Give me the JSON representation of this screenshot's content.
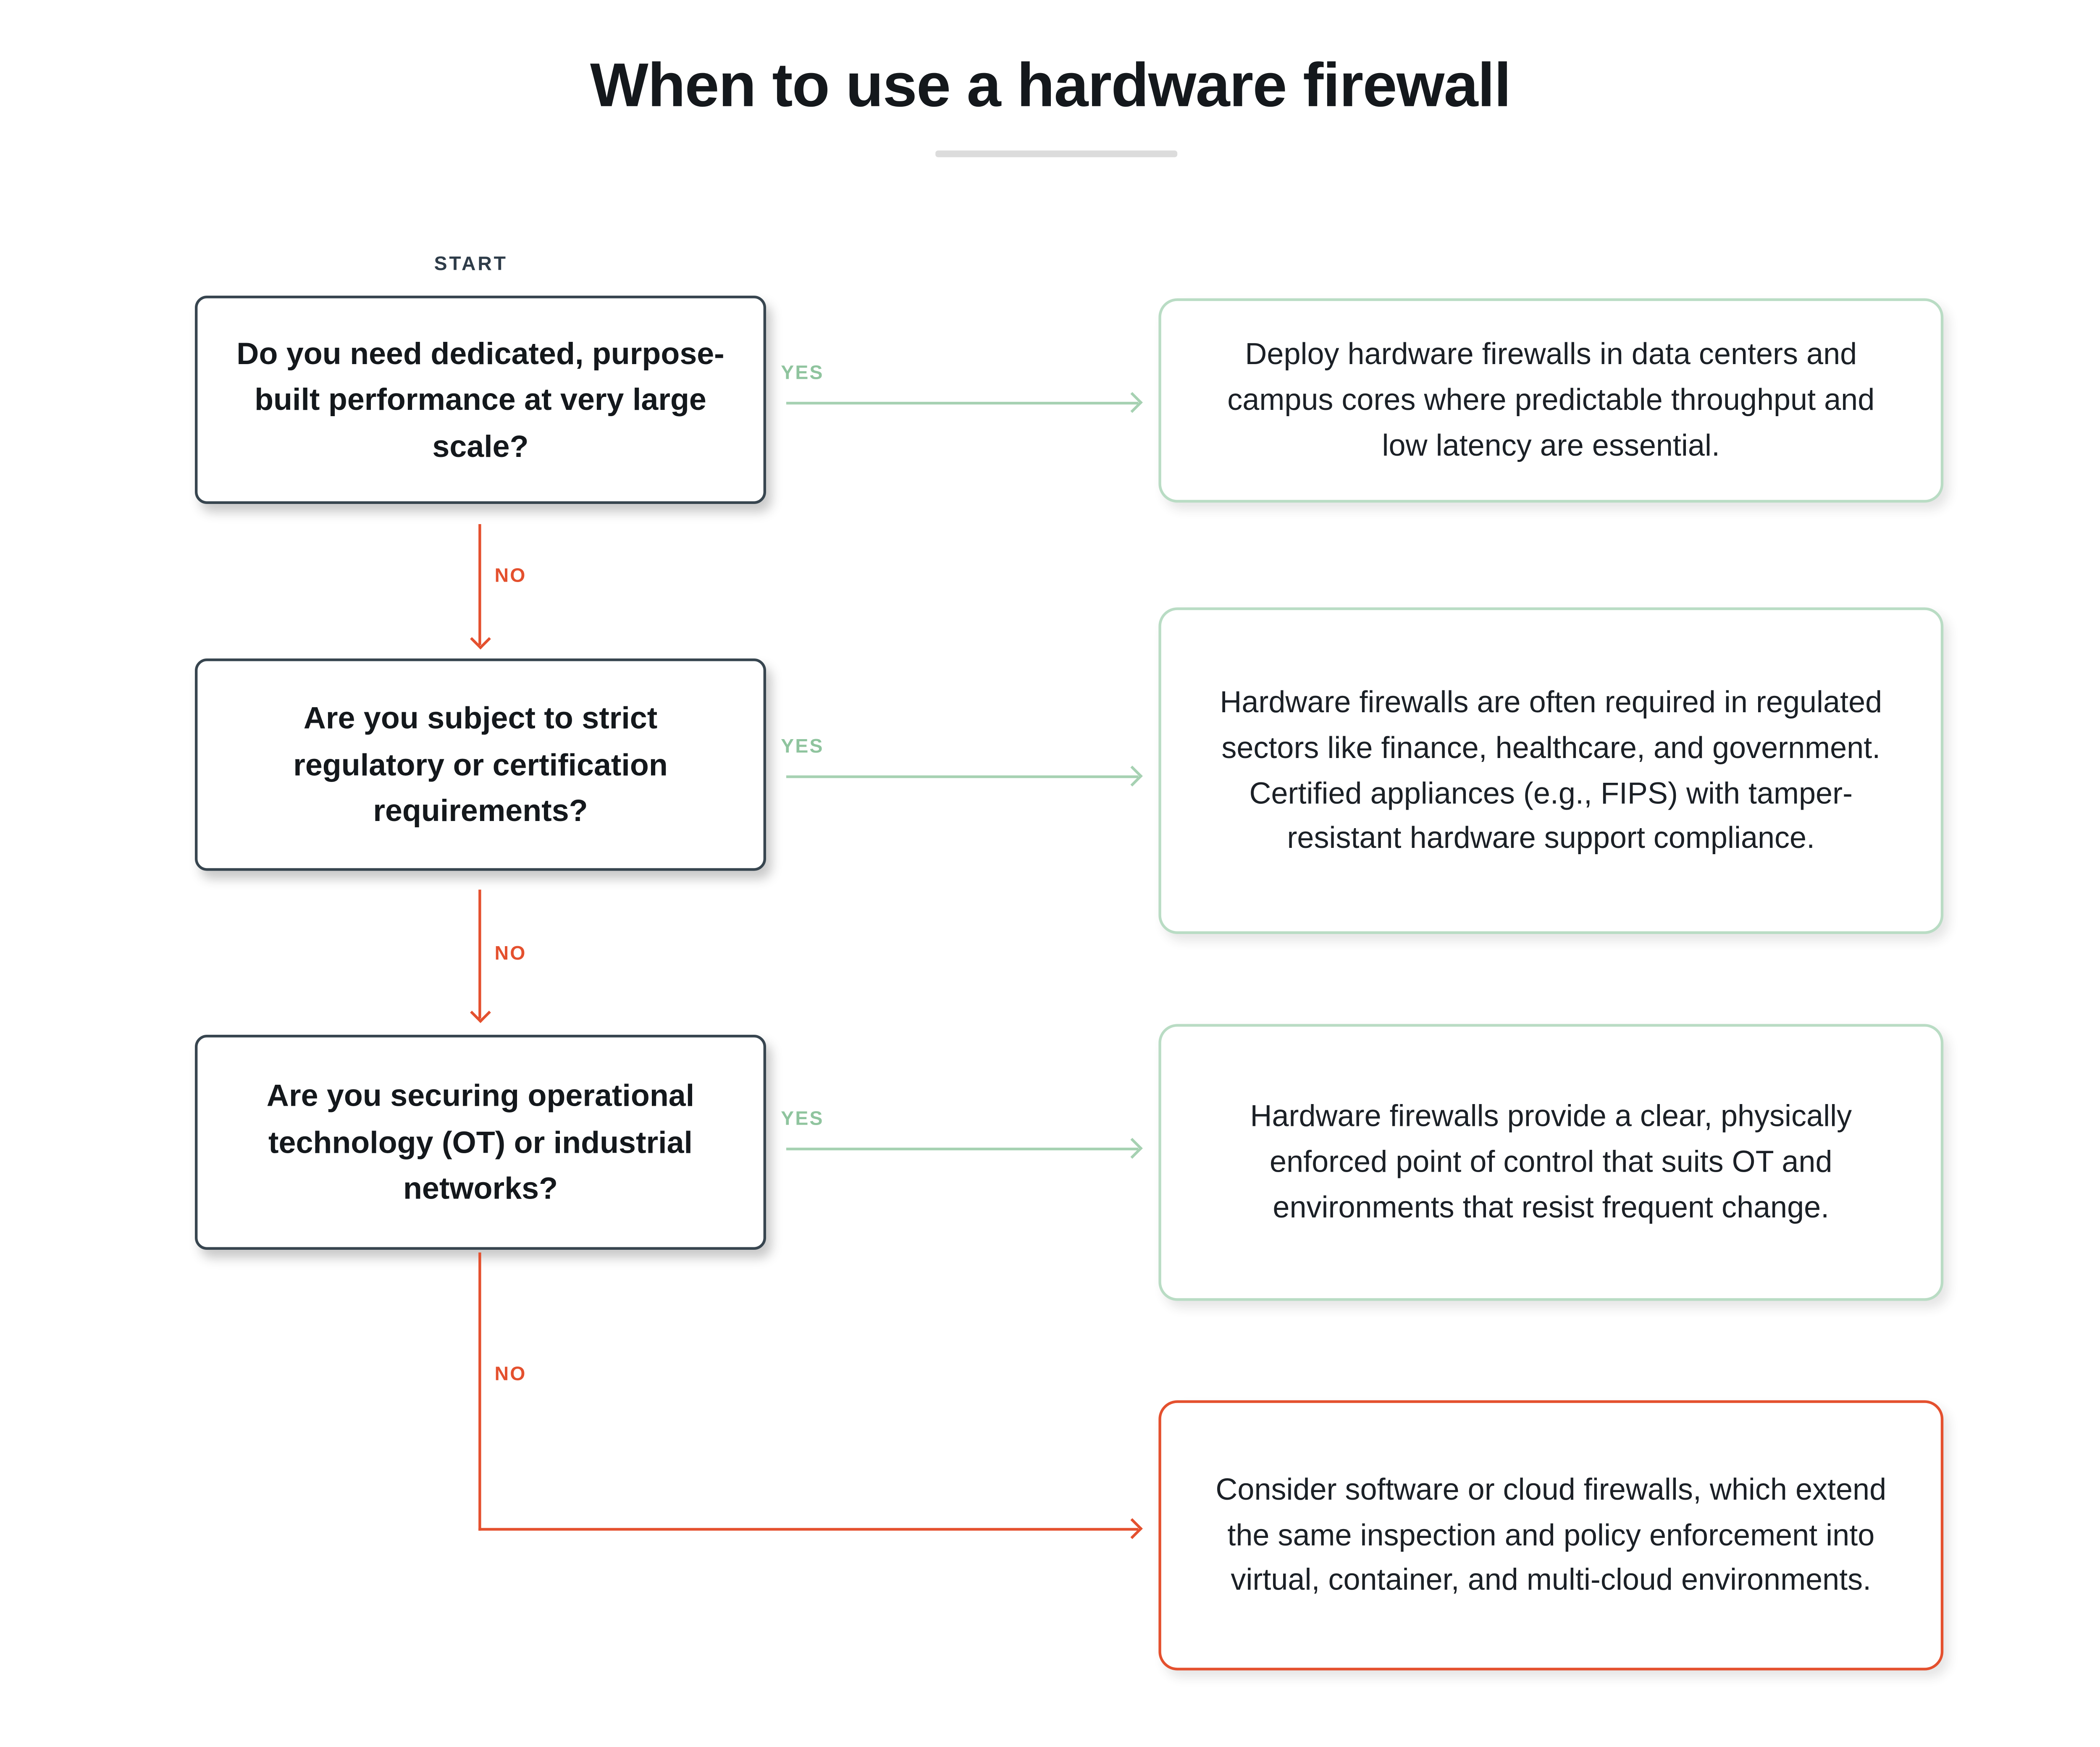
{
  "title": "When to use a hardware firewall",
  "start_label": "START",
  "labels": {
    "yes": "YES",
    "no": "NO"
  },
  "questions": [
    {
      "text": "Do you need dedicated, purpose-built performance at very large scale?"
    },
    {
      "text": "Are you subject to strict regulatory or certification requirements?"
    },
    {
      "text": "Are you securing operational technology (OT) or industrial networks?"
    }
  ],
  "outcomes": [
    {
      "branch": "yes",
      "text": "Deploy hardware firewalls in data centers and campus cores where predictable throughput and low latency are essential."
    },
    {
      "branch": "yes",
      "text": "Hardware firewalls are often required in regulated sectors like finance, healthcare, and government. Certified appliances (e.g., FIPS) with tamper-resistant hardware support compliance."
    },
    {
      "branch": "yes",
      "text": "Hardware firewalls provide a clear, physically enforced point of control that suits OT and environments that resist frequent change."
    },
    {
      "branch": "no",
      "text": "Consider software or cloud firewalls, which extend the same inspection and policy enforcement into virtual, container, and multi-cloud environments."
    }
  ],
  "colors": {
    "question_border": "#37454f",
    "green_border": "#b9dcc4",
    "green_arrow": "#a6d1b2",
    "yes_text": "#8fc49e",
    "red": "#e4502e",
    "text": "#14181c"
  }
}
